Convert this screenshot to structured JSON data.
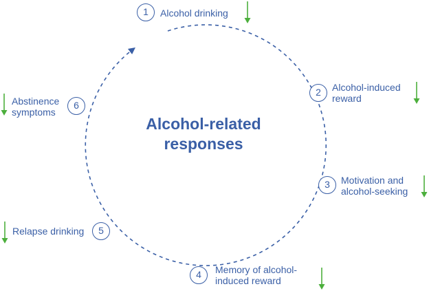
{
  "diagram": {
    "center_title": [
      "Alcohol-related",
      "responses"
    ],
    "steps": [
      {
        "number": "1",
        "lines": [
          "Alcohol drinking"
        ],
        "indicator": "down-arrow-icon"
      },
      {
        "number": "2",
        "lines": [
          "Alcohol-induced",
          "reward"
        ],
        "indicator": "down-arrow-icon"
      },
      {
        "number": "3",
        "lines": [
          "Motivation and",
          "alcohol-seeking"
        ],
        "indicator": "down-arrow-icon"
      },
      {
        "number": "4",
        "lines": [
          "Memory of alcohol-",
          "induced reward"
        ],
        "indicator": "down-arrow-icon"
      },
      {
        "number": "5",
        "lines": [
          "Relapse drinking"
        ],
        "indicator": "down-arrow-icon"
      },
      {
        "number": "6",
        "lines": [
          "Abstinence",
          "symptoms"
        ],
        "indicator": "down-arrow-icon"
      }
    ]
  },
  "colors": {
    "primary_blue": "#3a5fa6",
    "arrow_green": "#4caf3c",
    "background": "#ffffff"
  }
}
